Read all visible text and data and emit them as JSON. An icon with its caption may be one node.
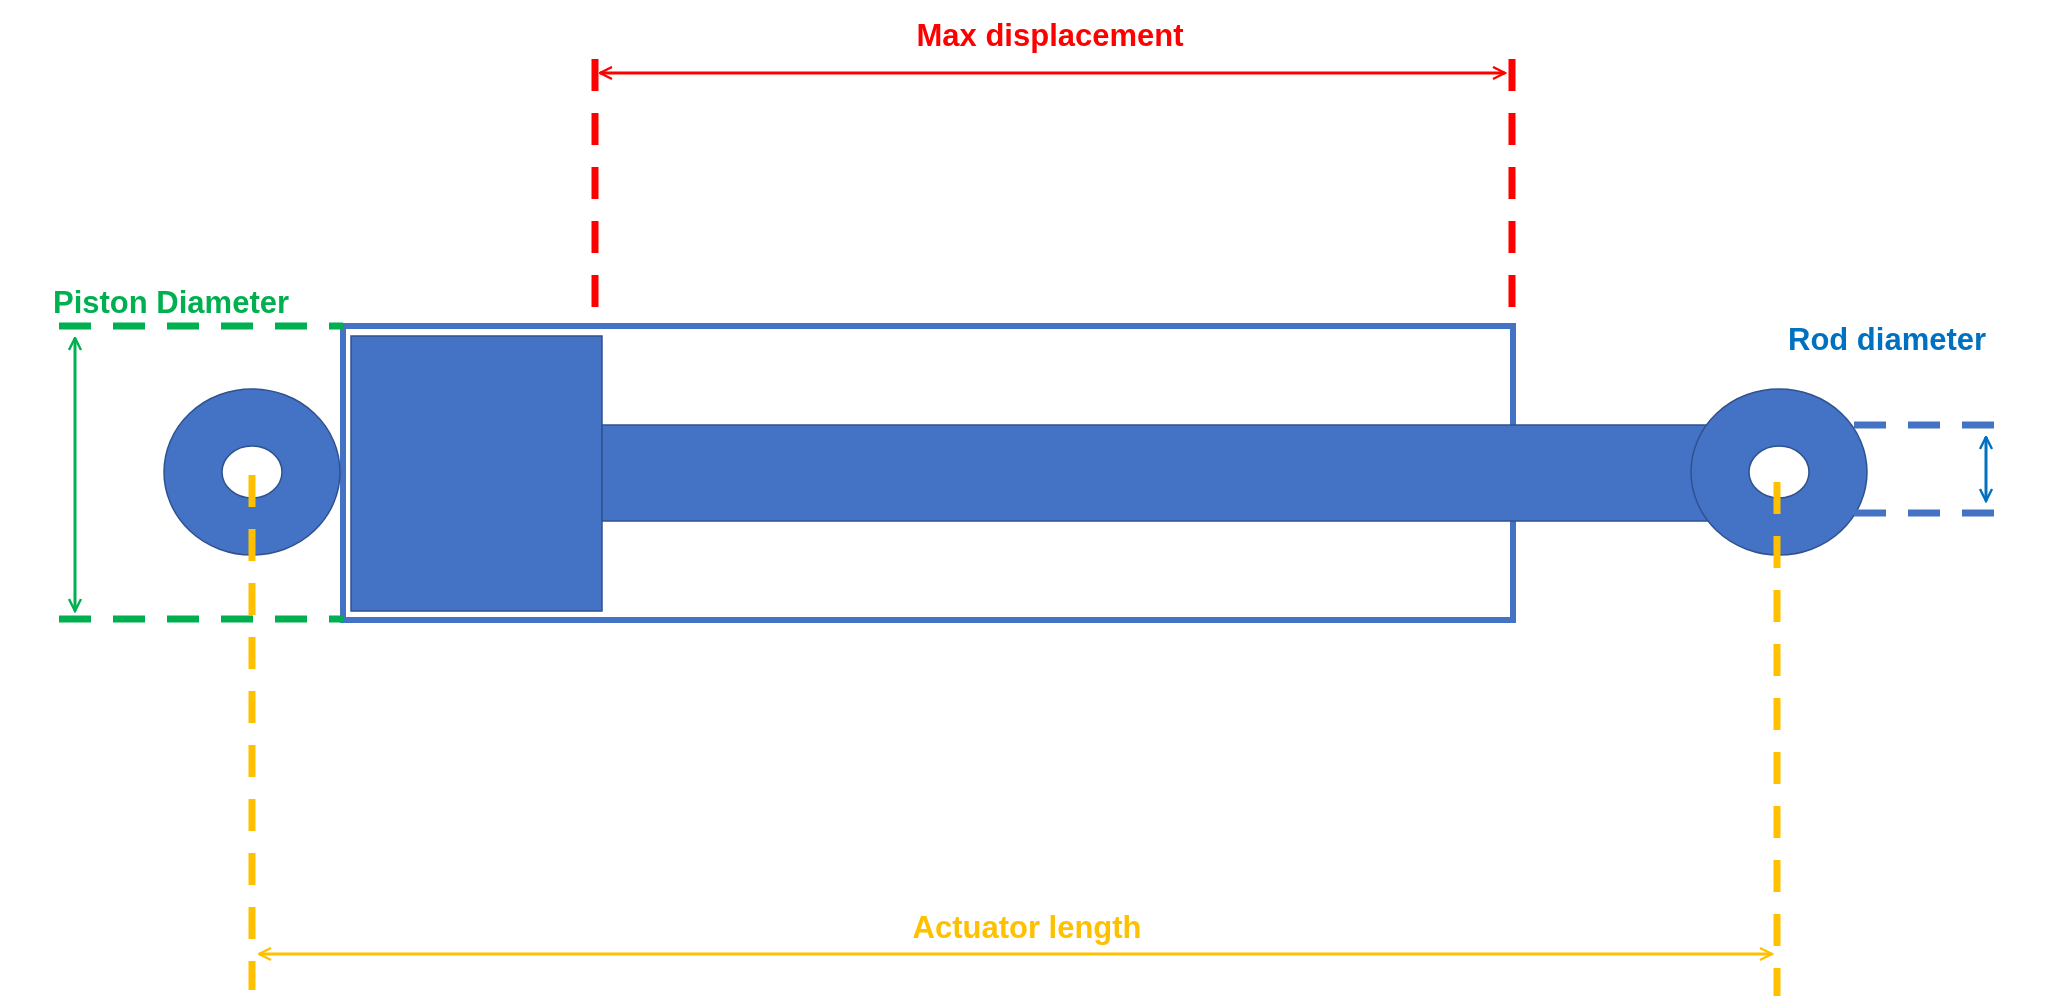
{
  "diagram": {
    "labels": [
      "Max displacement",
      "Piston Diameter",
      "Rod diameter",
      "Actuator length"
    ]
  }
}
